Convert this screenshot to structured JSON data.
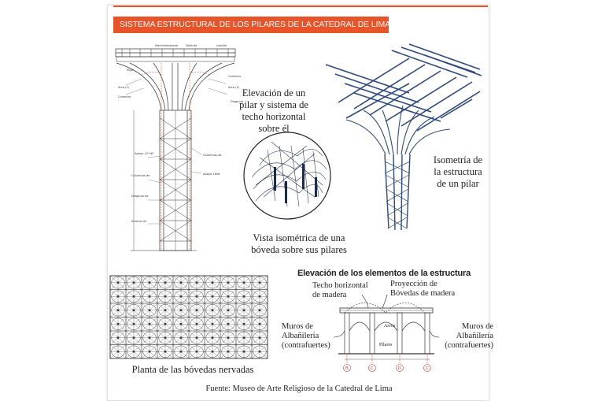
{
  "title": "SISTEMA ESTRUCTURAL DE LOS PILARES DE LA CATEDRAL DE LIMA",
  "captions": {
    "elevation": "Elevación de un pilar y sistema de techo horizontal sobre él",
    "isometric_vault": "Vista isométrica de una bóveda sobre sus pilares",
    "isometric_pillar": "Isometría de la estructura de un pilar",
    "vault_plan": "Planta de las bóvedas nervadas"
  },
  "structure_elevation": {
    "heading": "Elevación de los elementos de la estructura",
    "labels": {
      "roof": "Techo horizontal de madera",
      "vault_projection": "Proyección de Bóvedas de madera",
      "wall_left": "Muros de Albañilería (contrafuertes)",
      "wall_right": "Muros de Albañilería (contrafuertes)",
      "arches": "Arcos",
      "pillars": "Pilares"
    },
    "axes": [
      "B",
      "C",
      "D",
      "C"
    ]
  },
  "source": "Fuente: Museo de Arte Religioso de la Catedral de Lima",
  "colors": {
    "accent": "#e8542a",
    "ink": "#2b3a55",
    "blue_drawing": "#3c5a8c"
  }
}
